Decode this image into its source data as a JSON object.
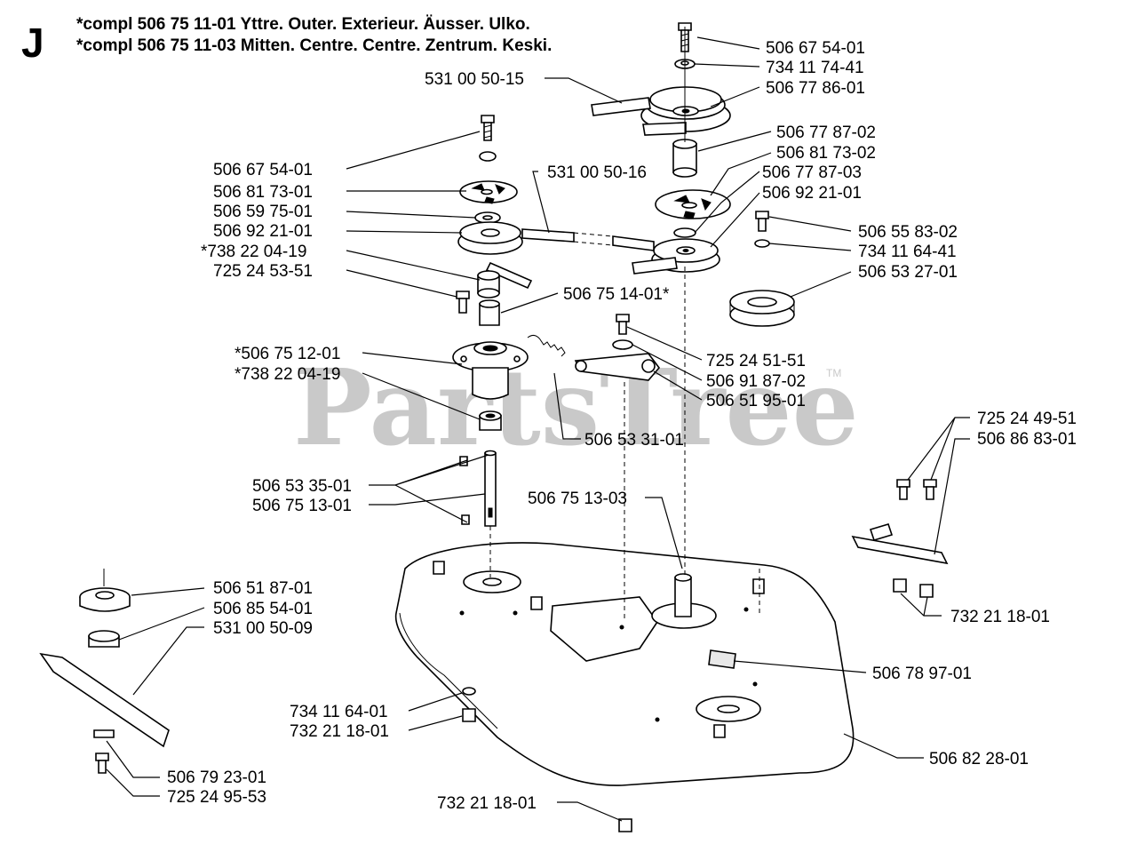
{
  "header": {
    "section_letter": "J",
    "line1": "*compl 506 75 11-01  Yttre. Outer. Exterieur. Äusser. Ulko.",
    "line2": "*compl 506 75 11-03  Mitten. Centre. Centre. Zentrum. Keski."
  },
  "watermark": {
    "text": "PartsTree",
    "tm": "TM"
  },
  "parts": {
    "p_506_67_54_01_top": "506 67 54-01",
    "p_734_11_74_41": "734 11 74-41",
    "p_531_00_50_15": "531 00 50-15",
    "p_506_77_86_01": "506 77 86-01",
    "p_506_77_87_02": "506 77 87-02",
    "p_506_81_73_02": "506 81 73-02",
    "p_506_77_87_03": "506 77 87-03",
    "p_506_92_21_01_right": "506 92 21-01",
    "p_531_00_50_16": "531 00 50-16",
    "p_506_67_54_01_left": "506 67 54-01",
    "p_506_81_73_01": "506 81 73-01",
    "p_506_59_75_01": "506 59 75-01",
    "p_506_92_21_01_left": "506 92 21-01",
    "p_738_22_04_19_a": "*738 22 04-19",
    "p_725_24_53_51": "725 24 53-51",
    "p_506_55_83_02": "506 55 83-02",
    "p_734_11_64_41": "734 11 64-41",
    "p_506_53_27_01": "506 53 27-01",
    "p_506_75_14_01": "506 75 14-01*",
    "p_506_75_12_01": "*506 75 12-01",
    "p_738_22_04_19_b": "*738 22 04-19",
    "p_725_24_51_51": "725 24 51-51",
    "p_506_91_87_02": "506 91 87-02",
    "p_506_51_95_01": "506 51 95-01",
    "p_506_53_31_01": "506 53 31-01",
    "p_725_24_49_51": "725 24 49-51",
    "p_506_86_83_01": "506 86 83-01",
    "p_506_53_35_01": "506 53 35-01",
    "p_506_75_13_01": "506 75 13-01",
    "p_506_75_13_03": "506 75 13-03",
    "p_506_51_87_01": "506 51 87-01",
    "p_506_85_54_01": "506 85 54-01",
    "p_531_00_50_09": "531 00 50-09",
    "p_732_21_18_01_right": "732 21 18-01",
    "p_506_78_97_01": "506 78 97-01",
    "p_734_11_64_01": "734 11 64-01",
    "p_732_21_18_01_mid": "732 21 18-01",
    "p_506_82_28_01": "506 82 28-01",
    "p_506_79_23_01": "506 79 23-01",
    "p_725_24_95_53": "725 24 95-53",
    "p_732_21_18_01_bottom": "732 21 18-01"
  }
}
